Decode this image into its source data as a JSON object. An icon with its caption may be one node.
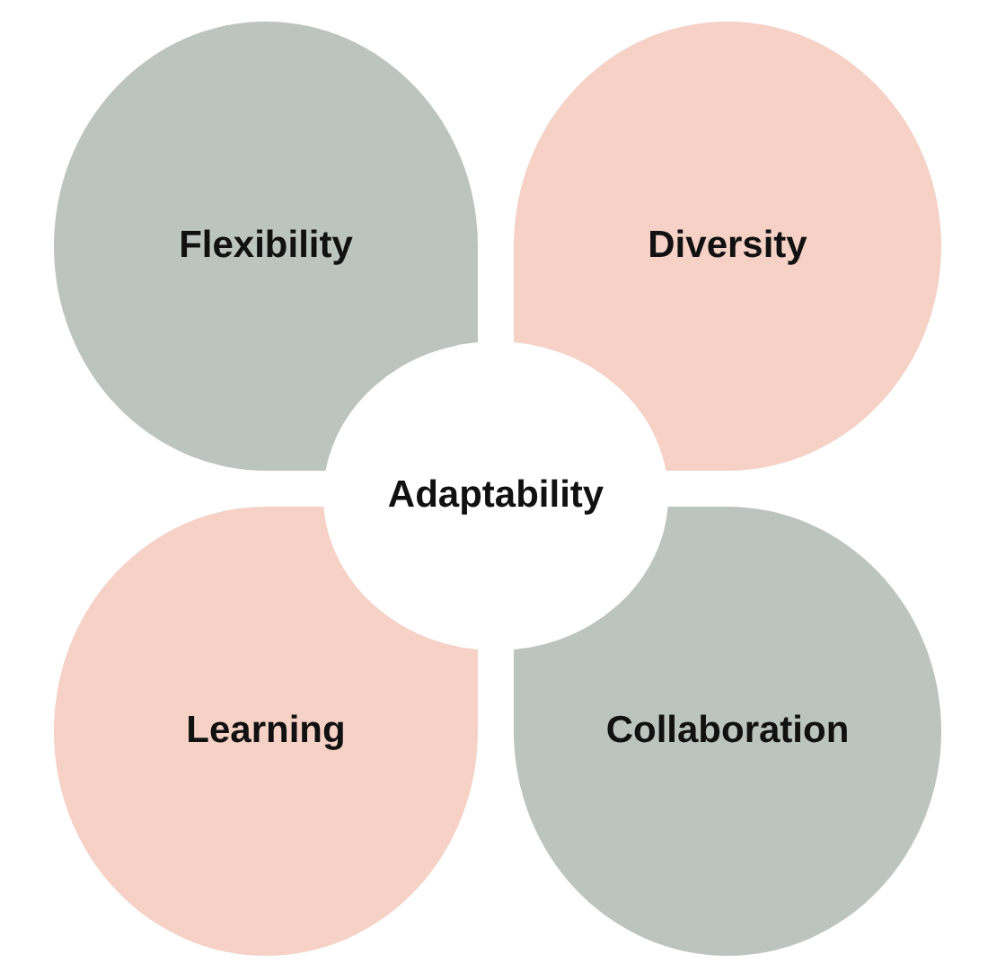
{
  "diagram": {
    "nodes": [
      {
        "text": [
          "Flexibility"
        ]
      },
      {
        "text": [
          "Diversity"
        ]
      },
      {
        "text": [
          "Adaptability"
        ]
      },
      {
        "text": [
          "Learning"
        ]
      },
      {
        "text": [
          "Collaboration"
        ]
      }
    ]
  }
}
